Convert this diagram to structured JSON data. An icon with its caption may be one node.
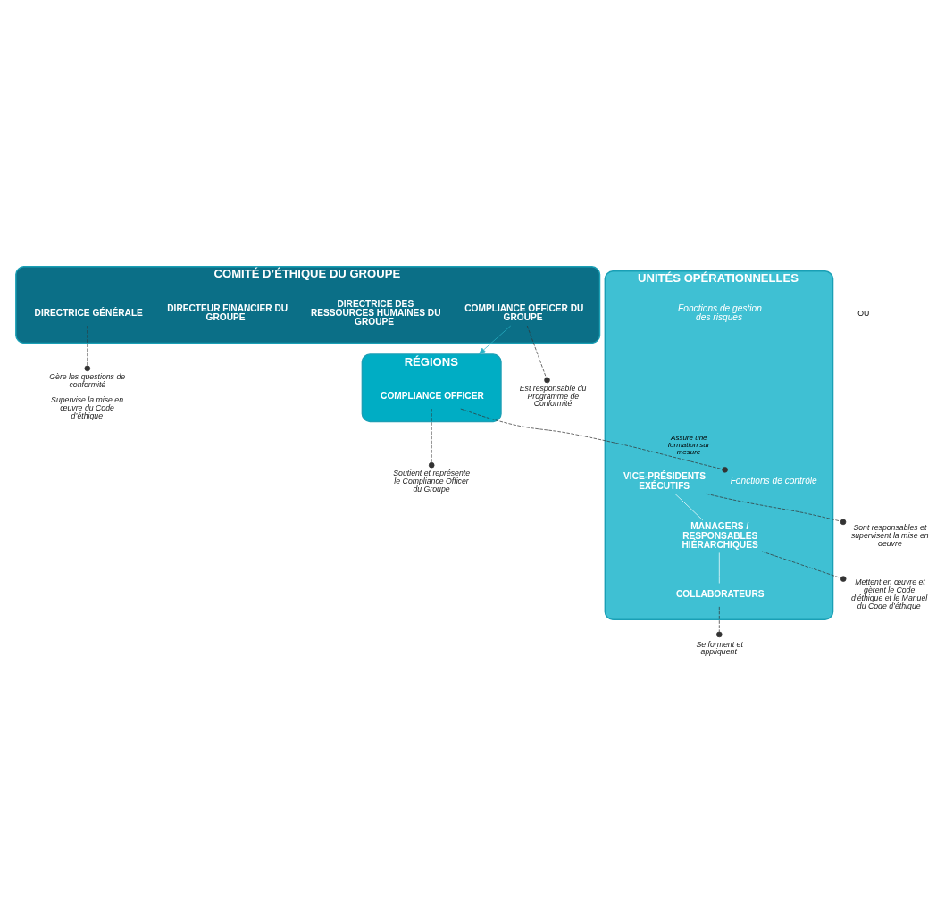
{
  "diagram": {
    "nodes": [
      {
        "text": [
          "COMITÉ D’ÉTHIQUE DU GROUPE"
        ]
      },
      {
        "text": [
          "DIRECTRICE GÉNÉRALE"
        ],
        "in": 0
      },
      {
        "text": [
          "COMPLIANCE OFFICER DU GROUPE"
        ],
        "in": 0
      },
      {
        "text": [
          "DIRECTEUR FINANCIER DU GROUPE"
        ],
        "in": 0
      },
      {
        "text": [
          "DIRECTRICE DES RESSOURCES HUMAINES DU GROUPE"
        ],
        "in": 0
      },
      {
        "text": [
          "RÉGIONS"
        ]
      },
      {
        "text": [
          "COMPLIANCE OFFICER"
        ],
        "in": 5
      },
      {
        "text": [
          "UNITÉS OPÉRATIONNELLES"
        ]
      },
      {
        "text": [
          "VICE-PRÉSIDENTS EXÉCUTIFS"
        ],
        "in": 7
      },
      {
        "text": [
          "MANAGERS / RESPONSABLES HIÉRARCHIQUES"
        ],
        "in": 7
      },
      {
        "text": [
          "COLLABORATEURS"
        ],
        "in": 7
      },
      {
        "text": [
          "Fonctions de contrôle"
        ],
        "in": 7
      },
      {
        "text": [
          "Fonctions de gestion des risques"
        ],
        "in": 7
      },
      {
        "text": [
          "Gère les questions de conformité",
          "Supervise la mise en œuvre du Code d’éthique"
        ]
      },
      {
        "text": [
          "Est responsable du Programme de Conformité"
        ]
      },
      {
        "text": [
          "Soutient et représente le Compliance Officer du Groupe"
        ]
      },
      {
        "text": [
          "Sont responsables et supervisent la mise en oeuvre"
        ]
      },
      {
        "text": [
          "Mettent en œuvre et gèrent le Code d’éthique et le Manuel du Code d’éthique"
        ]
      },
      {
        "text": [
          "Se forment et appliquent"
        ]
      }
    ],
    "edges": [
      {
        "from": 2,
        "to": 5,
        "arrow": "to",
        "color": "#2ab3c7"
      },
      {
        "from": 1,
        "to": 13,
        "arrow": "other",
        "style": "dashed"
      },
      {
        "from": 2,
        "to": 14,
        "arrow": "other",
        "style": "dashed"
      },
      {
        "from": 6,
        "to": 15,
        "arrow": "other",
        "style": "dashed"
      },
      {
        "from": 6,
        "to": 11,
        "arrow": "other",
        "style": "dashed",
        "label": "Assure une formation sur mesure"
      },
      {
        "from": 8,
        "to": 9,
        "arrow": "none",
        "color": "#ffffff"
      },
      {
        "from": 9,
        "to": 10,
        "arrow": "none",
        "color": "#ffffff"
      },
      {
        "from": 8,
        "to": 16,
        "arrow": "other",
        "style": "dashed"
      },
      {
        "from": 9,
        "to": 17,
        "arrow": "other",
        "style": "dashed"
      },
      {
        "from": 10,
        "to": 18,
        "arrow": "other",
        "style": "dashed"
      }
    ],
    "labels": [
      "OU"
    ]
  }
}
